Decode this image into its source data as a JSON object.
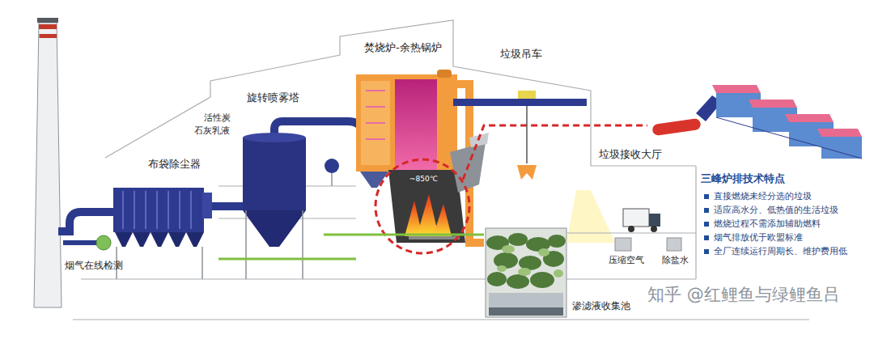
{
  "diagram": {
    "labels": [
      "旋转喷雾塔",
      "焚烧炉-余热锅炉",
      "垃圾吊车",
      "活性炭",
      "石灰乳液",
      "布袋除尘器",
      "垃圾接收大厅",
      "~850℃",
      "三峰炉排技术特点",
      "直接燃烧未经分选的垃圾",
      "适应高水分、低热值的生活垃圾",
      "燃烧过程不需添加辅助燃料",
      "烟气排放优于欧盟标准",
      "全厂连续运行周期长、维护费用低",
      "烟气在线检测",
      "压缩空气",
      "除盐水",
      "渗滤液收集池",
      "知乎 @红鲤鱼与绿鲤鱼吕"
    ]
  }
}
